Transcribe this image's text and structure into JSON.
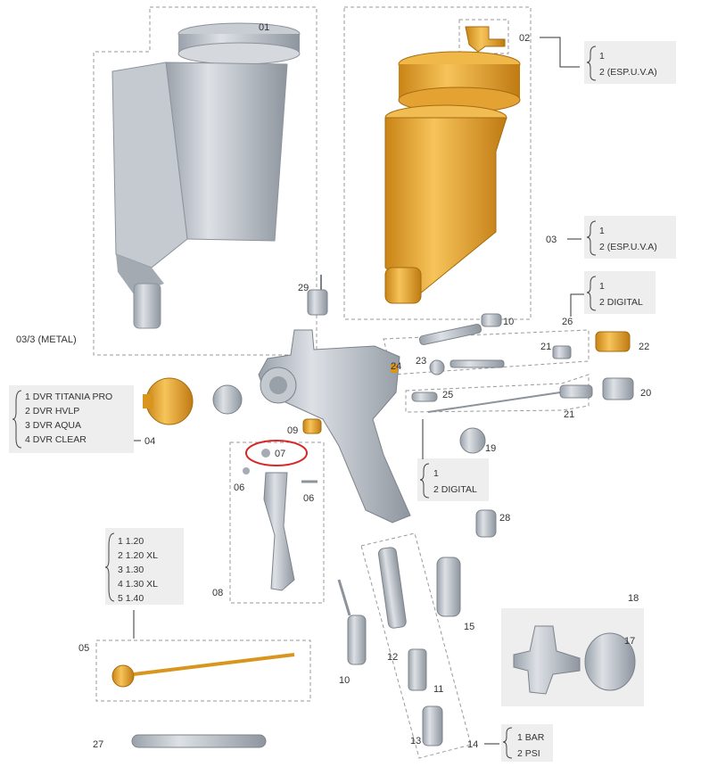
{
  "colors": {
    "metal": "#b9bfc6",
    "metal_dark": "#8a9099",
    "gold": "#e6a532",
    "gold_dark": "#b8781a",
    "panel": "#eeeeee",
    "highlight": "#d62828"
  },
  "labels": {
    "p01": "01",
    "p02": "02",
    "p03": "03",
    "p03_3": "03/3 (METAL)",
    "p04": "04",
    "p05": "05",
    "p06a": "06",
    "p06b": "06",
    "p07": "07",
    "p08": "08",
    "p09": "09",
    "p10a": "10",
    "p10b": "10",
    "p12": "12",
    "p13": "13",
    "p14": "14",
    "p15": "15",
    "p17": "17",
    "p18": "18",
    "p19": "19",
    "p20": "20",
    "p21a": "21",
    "p21b": "21",
    "p22": "22",
    "p23": "23",
    "p24": "24",
    "p25": "25",
    "p26": "26",
    "p27": "27",
    "p28": "28",
    "p29": "29",
    "p11": "11"
  },
  "boxes": {
    "b02": [
      "1",
      "2 (ESP.U.V.A)"
    ],
    "b03": [
      "1",
      "2 (ESP.U.V.A)"
    ],
    "b26": [
      "1",
      "2 DIGITAL"
    ],
    "b25": [
      "1",
      "2 DIGITAL"
    ],
    "b04": [
      "1  DVR TITANIA PRO",
      "2  DVR HVLP",
      "3  DVR AQUA",
      "4  DVR CLEAR"
    ],
    "b05": [
      "1   1.20",
      "2   1.20 XL",
      "3   1.30",
      "4   1.30 XL",
      "5   1.40"
    ],
    "b14": [
      "1 BAR",
      "2 PSI"
    ]
  }
}
